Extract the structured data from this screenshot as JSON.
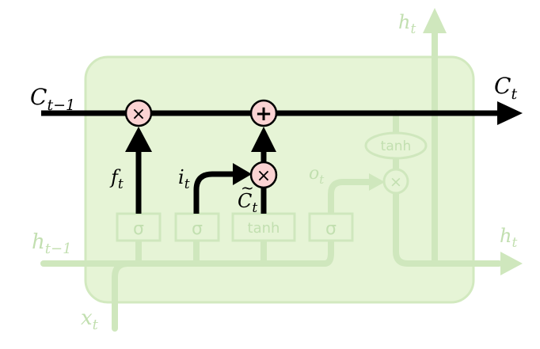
{
  "labels": {
    "c_prev": "C",
    "c_prev_sub": "t−1",
    "c_next": "C",
    "c_next_sub": "t",
    "h_top": "h",
    "h_top_sub": "t",
    "h_right": "h",
    "h_right_sub": "t",
    "h_prev": "h",
    "h_prev_sub": "t−1",
    "x_in": "x",
    "x_in_sub": "t",
    "f": "f",
    "f_sub": "t",
    "i": "i",
    "i_sub": "t",
    "c_tilde": "C",
    "c_tilde_mark": "~",
    "c_tilde_sub": "t",
    "o": "o",
    "o_sub": "t"
  },
  "ops": {
    "mult1": "×",
    "add": "+",
    "mult2": "×",
    "mult3": "×"
  },
  "gates": {
    "sigma1": "σ",
    "sigma2": "σ",
    "tanh1": "tanh",
    "sigma3": "σ",
    "tanh2": "tanh"
  },
  "colors": {
    "cell_fill": "#e6f4d6",
    "cell_stroke": "#cde6b8",
    "faded_line": "#cfe7bd",
    "faded_text": "#c2dfb0",
    "op_fill": "#fbd3d3",
    "dark": "#000000"
  }
}
